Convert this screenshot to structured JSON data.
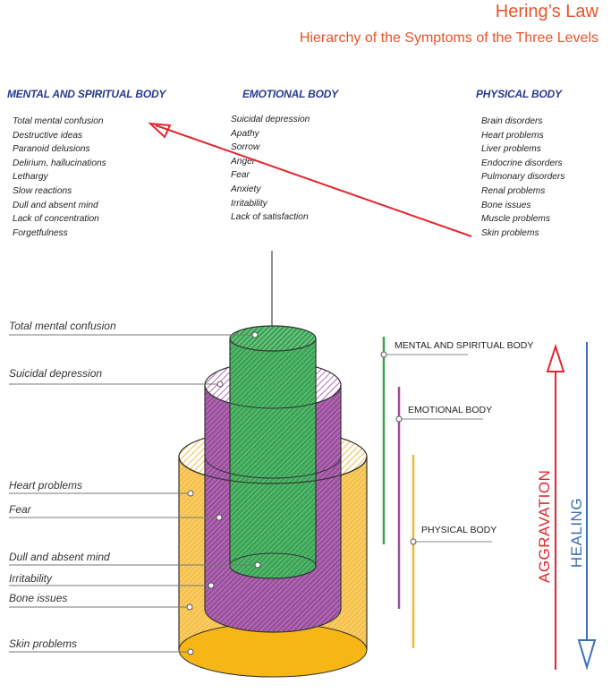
{
  "title": "Hering’s Law",
  "subtitle": "Hierarchy of the Symptoms of the Three Levels",
  "columns": [
    {
      "heading": "MENTAL AND SPIRITUAL BODY",
      "items": [
        "Total mental confusion",
        "Destructive ideas",
        "Paranoid delusions",
        "Delirium, hallucinations",
        "Lethargy",
        "Slow reactions",
        "Dull and absent mind",
        "Lack of concentration",
        "Forgetfulness"
      ]
    },
    {
      "heading": "EMOTIONAL BODY",
      "items": [
        "Suicidal depression",
        "Apathy",
        "Sorrow",
        "Anger",
        "Fear",
        "Anxiety",
        "Irritability",
        "Lack of satisfaction"
      ]
    },
    {
      "heading": "PHYSICAL BODY",
      "items": [
        "Brain disorders",
        "Heart problems",
        "Liver problems",
        "Endocrine disorders",
        "Pulmonary disorders",
        "Renal problems",
        "Bone issues",
        "Muscle problems",
        "Skin problems"
      ]
    }
  ],
  "left_labels": [
    "Total mental confusion",
    "Suicidal depression",
    "Heart problems",
    "Fear",
    "Dull and absent mind",
    "Irritability",
    "Bone issues",
    "Skin problems"
  ],
  "levels": [
    "MENTAL AND SPIRITUAL BODY",
    "EMOTIONAL BODY",
    "PHYSICAL BODY"
  ],
  "aggravation": "AGGRAVATION",
  "healing": "HEALING",
  "colors": {
    "title": "#e8542a",
    "heading": "#283a8e",
    "mental": "#3aa655",
    "emotional": "#9c4f9e",
    "physical": "#f2b535",
    "aggravation": "#e3262e",
    "healing": "#3b6fb6"
  }
}
